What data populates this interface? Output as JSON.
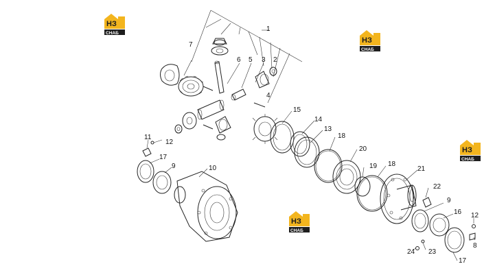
{
  "logo": {
    "main": "НЗ",
    "sub": "СНАБ"
  },
  "callouts": [
    {
      "label": "1"
    },
    {
      "label": "2"
    },
    {
      "label": "3"
    },
    {
      "label": "4"
    },
    {
      "label": "5"
    },
    {
      "label": "6"
    },
    {
      "label": "7"
    },
    {
      "label": "8"
    },
    {
      "label": "9"
    },
    {
      "label": "9"
    },
    {
      "label": "10"
    },
    {
      "label": "11"
    },
    {
      "label": "12"
    },
    {
      "label": "12"
    },
    {
      "label": "13"
    },
    {
      "label": "14"
    },
    {
      "label": "15"
    },
    {
      "label": "16"
    },
    {
      "label": "17"
    },
    {
      "label": "17"
    },
    {
      "label": "18"
    },
    {
      "label": "18"
    },
    {
      "label": "19"
    },
    {
      "label": "20"
    },
    {
      "label": "21"
    },
    {
      "label": "22"
    },
    {
      "label": "23"
    },
    {
      "label": "24"
    }
  ]
}
